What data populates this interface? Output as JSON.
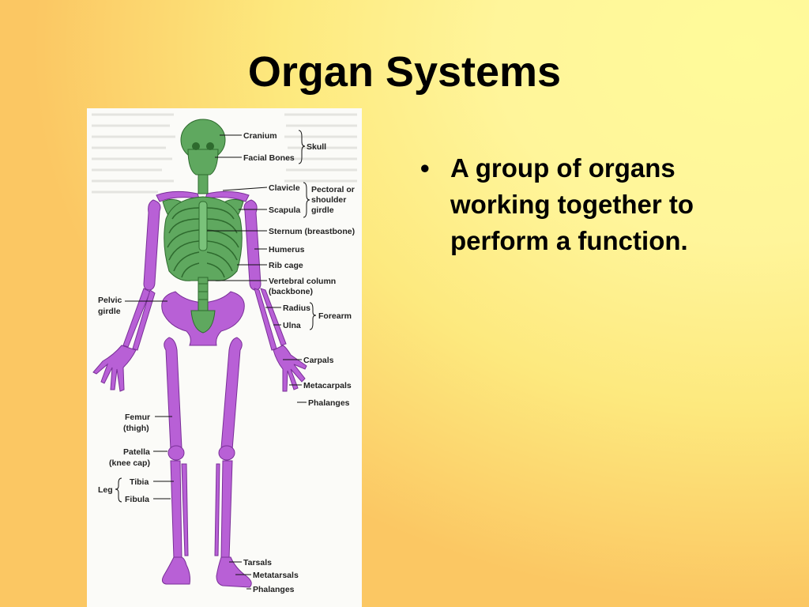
{
  "slide": {
    "title": "Organ Systems",
    "bullets": [
      "A group of organs working together to perform a function."
    ],
    "bullet_glyph": "•"
  },
  "figure": {
    "labels": {
      "cranium": "Cranium",
      "facial_bones": "Facial Bones",
      "skull": "Skull",
      "clavicle": "Clavicle",
      "scapula": "Scapula",
      "pectoral_1": "Pectoral or",
      "pectoral_2": "shoulder",
      "pectoral_3": "girdle",
      "sternum": "Sternum (breastbone)",
      "humerus": "Humerus",
      "rib_cage": "Rib cage",
      "vertebral_1": "Vertebral column",
      "vertebral_2": "(backbone)",
      "radius": "Radius",
      "ulna": "Ulna",
      "forearm": "Forearm",
      "pelvic_1": "Pelvic",
      "pelvic_2": "girdle",
      "carpals": "Carpals",
      "metacarpals": "Metacarpals",
      "phalanges_hand": "Phalanges",
      "femur_1": "Femur",
      "femur_2": "(thigh)",
      "patella_1": "Patella",
      "patella_2": "(knee cap)",
      "leg": "Leg",
      "tibia": "Tibia",
      "fibula": "Fibula",
      "tarsals": "Tarsals",
      "metatarsals": "Metatarsals",
      "phalanges_foot": "Phalanges"
    }
  },
  "colors": {
    "axial_skeleton": "#5fa85f",
    "appendicular_skeleton": "#b860d6",
    "background_light": "#fffb9a",
    "background_dark": "#fbc763"
  }
}
